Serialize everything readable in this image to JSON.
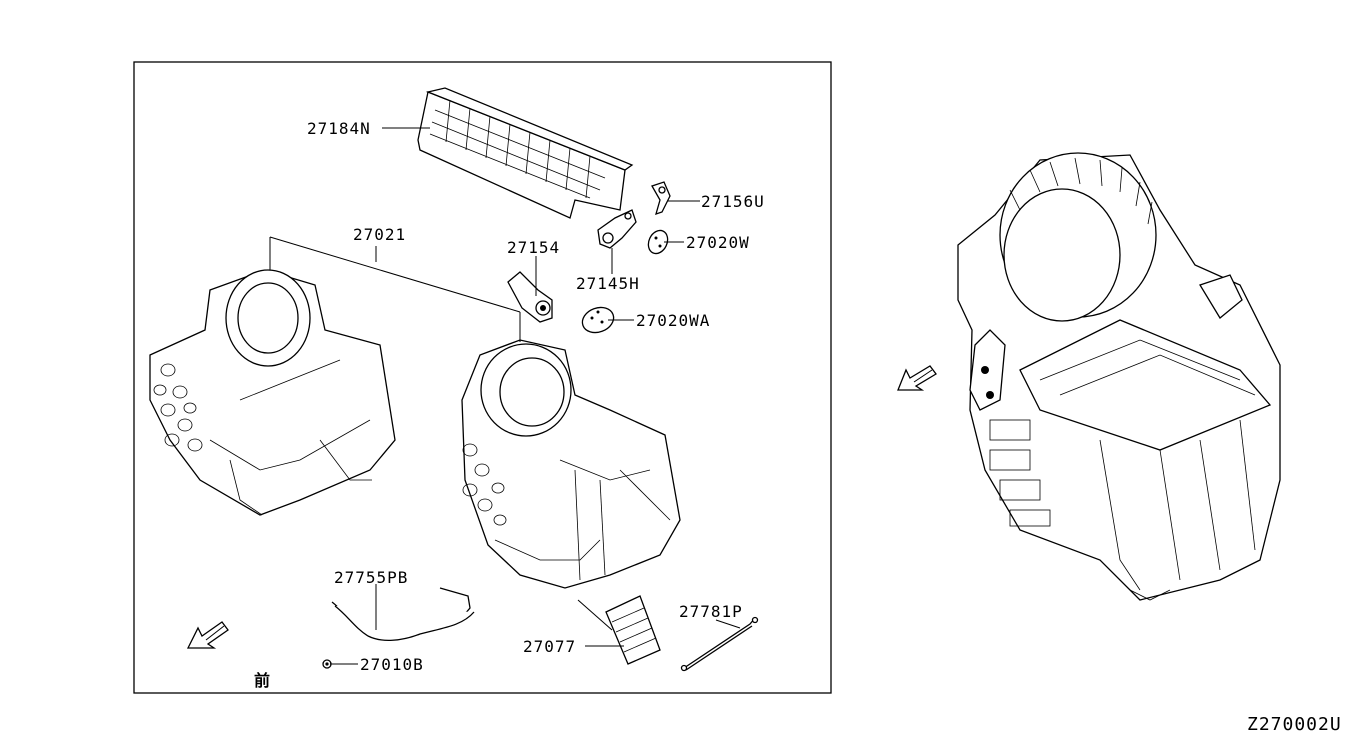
{
  "diagram_code": "Z270002U",
  "front_label": "前",
  "part_labels": [
    {
      "id": "upper-duct",
      "text": "27184N"
    },
    {
      "id": "lever-link",
      "text": "27156U"
    },
    {
      "id": "lever-small",
      "text": "27154"
    },
    {
      "id": "heater-case",
      "text": "27021"
    },
    {
      "id": "lever-main",
      "text": "27145H"
    },
    {
      "id": "mode-door-w",
      "text": "27020W"
    },
    {
      "id": "mode-door-wa",
      "text": "27020WA"
    },
    {
      "id": "drain-hose",
      "text": "27755PB"
    },
    {
      "id": "clip",
      "text": "27010B"
    },
    {
      "id": "resistor",
      "text": "27077"
    },
    {
      "id": "harness",
      "text": "27781P"
    }
  ]
}
